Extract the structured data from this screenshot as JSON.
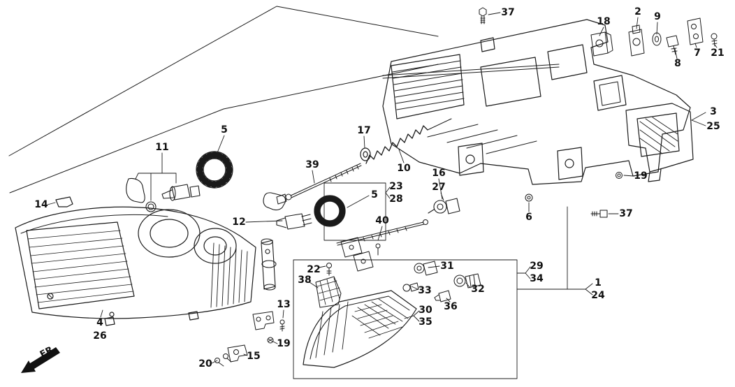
{
  "diagram": {
    "kind": "exploded-parts-diagram",
    "subject": "headlight and front combination lamp assembly",
    "direction_label": "FR.",
    "colors": {
      "background": "#ffffff",
      "line": "#1a1a1a",
      "label": "#111111"
    },
    "callouts": [
      {
        "label": "37"
      },
      {
        "label": "18"
      },
      {
        "label": "2"
      },
      {
        "label": "9"
      },
      {
        "label": "7"
      },
      {
        "label": "21"
      },
      {
        "label": "8"
      },
      {
        "label": "3"
      },
      {
        "label": "25"
      },
      {
        "label": "5"
      },
      {
        "label": "11"
      },
      {
        "label": "17"
      },
      {
        "label": "39"
      },
      {
        "label": "10"
      },
      {
        "label": "16"
      },
      {
        "label": "27"
      },
      {
        "label": "14"
      },
      {
        "label": "23"
      },
      {
        "label": "28"
      },
      {
        "label": "5"
      },
      {
        "label": "12"
      },
      {
        "label": "6"
      },
      {
        "label": "19"
      },
      {
        "label": "37"
      },
      {
        "label": "40"
      },
      {
        "label": "29"
      },
      {
        "label": "34"
      },
      {
        "label": "31"
      },
      {
        "label": "22"
      },
      {
        "label": "38"
      },
      {
        "label": "33"
      },
      {
        "label": "32"
      },
      {
        "label": "1"
      },
      {
        "label": "24"
      },
      {
        "label": "13"
      },
      {
        "label": "30"
      },
      {
        "label": "35"
      },
      {
        "label": "36"
      },
      {
        "label": "4"
      },
      {
        "label": "26"
      },
      {
        "label": "19"
      },
      {
        "label": "20"
      },
      {
        "label": "15"
      }
    ]
  }
}
